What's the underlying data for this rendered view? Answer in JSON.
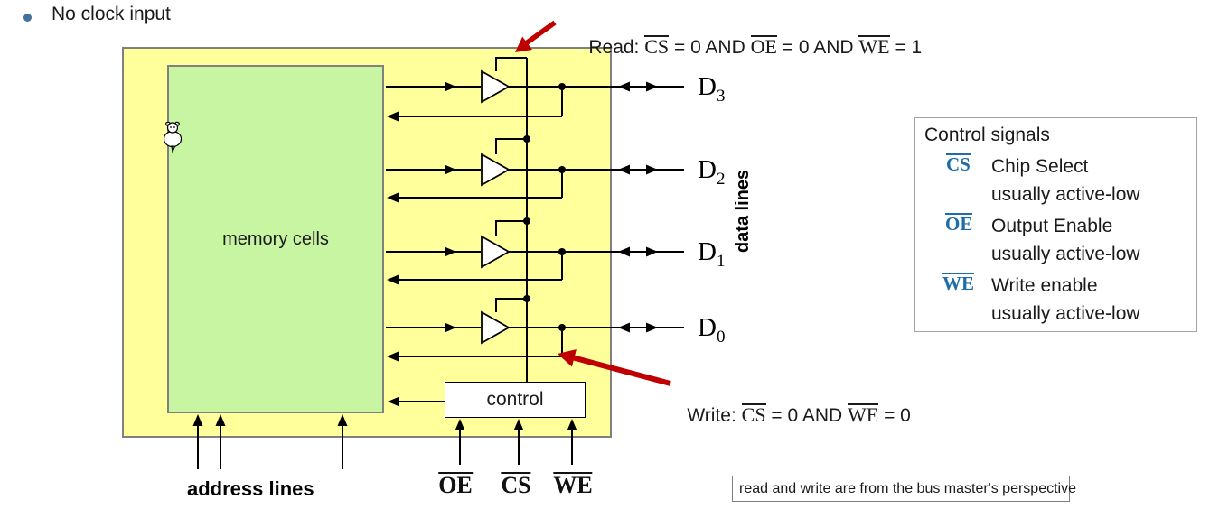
{
  "slide": {
    "bullet_text": "No clock input"
  },
  "chip": {
    "memory_label": "memory cells",
    "control_label": "control",
    "address_label": "address lines",
    "data_lines_label": "data lines",
    "data_bits": [
      {
        "name": "D",
        "sub": "3"
      },
      {
        "name": "D",
        "sub": "2"
      },
      {
        "name": "D",
        "sub": "1"
      },
      {
        "name": "D",
        "sub": "0"
      }
    ],
    "pins": [
      {
        "name": "OE"
      },
      {
        "name": "CS"
      },
      {
        "name": "WE"
      }
    ]
  },
  "annotations": {
    "read": {
      "prefix": "Read: ",
      "cs": "CS",
      "seg1": " = 0 AND ",
      "oe": "OE",
      "seg2": " = 0 AND ",
      "we": "WE",
      "seg3": " = 1"
    },
    "write": {
      "prefix": "Write: ",
      "cs": "CS",
      "seg1": " = 0 AND ",
      "we": "WE",
      "seg2": " = 0"
    }
  },
  "legend": {
    "title": "Control signals",
    "items": [
      {
        "signal": "CS",
        "name": "Chip Select",
        "note": "usually active-low"
      },
      {
        "signal": "OE",
        "name": "Output Enable",
        "note": "usually active-low"
      },
      {
        "signal": "WE",
        "name": "Write enable",
        "note": "usually active-low"
      }
    ]
  },
  "footnote": {
    "text": "read and write are from the bus master's perspective"
  },
  "colors": {
    "chip_body": "#FFFF9C",
    "memory_fill": "#C8F5A2",
    "signal_blue": "#1E6CA8",
    "arrow_red": "#C00000",
    "bullet_blue": "#41719C",
    "border_gray": "#808080"
  }
}
